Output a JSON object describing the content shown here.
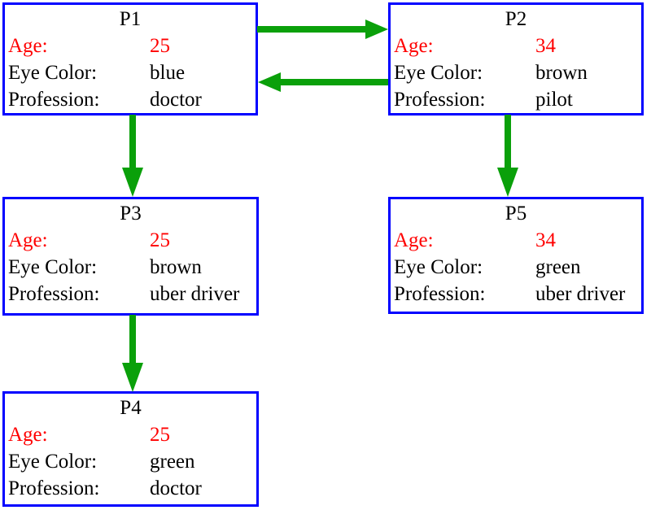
{
  "diagram": {
    "colors": {
      "node_border": "#0000ff",
      "accent_text": "#ff0000",
      "edge_arrow": "#0aa00a",
      "body_text": "#000000",
      "background": "#ffffff"
    },
    "nodes": [
      {
        "id": "P1",
        "title": "P1",
        "fields": [
          {
            "label": "Age:",
            "value": "25"
          },
          {
            "label": "Eye Color:",
            "value": "blue"
          },
          {
            "label": "Profession:",
            "value": "doctor"
          }
        ]
      },
      {
        "id": "P2",
        "title": "P2",
        "fields": [
          {
            "label": "Age:",
            "value": "34"
          },
          {
            "label": "Eye Color:",
            "value": "brown"
          },
          {
            "label": "Profession:",
            "value": "pilot"
          }
        ]
      },
      {
        "id": "P3",
        "title": "P3",
        "fields": [
          {
            "label": "Age:",
            "value": "25"
          },
          {
            "label": "Eye Color:",
            "value": "brown"
          },
          {
            "label": "Profession:",
            "value": "uber driver"
          }
        ]
      },
      {
        "id": "P4",
        "title": "P4",
        "fields": [
          {
            "label": "Age:",
            "value": "25"
          },
          {
            "label": "Eye Color:",
            "value": "green"
          },
          {
            "label": "Profession:",
            "value": "doctor"
          }
        ]
      },
      {
        "id": "P5",
        "title": "P5",
        "fields": [
          {
            "label": "Age:",
            "value": "34"
          },
          {
            "label": "Eye Color:",
            "value": "green"
          },
          {
            "label": "Profession:",
            "value": "uber driver"
          }
        ]
      }
    ],
    "edges": [
      {
        "from": "P1",
        "to": "P2",
        "direction": "right"
      },
      {
        "from": "P2",
        "to": "P1",
        "direction": "left"
      },
      {
        "from": "P1",
        "to": "P3",
        "direction": "down"
      },
      {
        "from": "P2",
        "to": "P5",
        "direction": "down"
      },
      {
        "from": "P3",
        "to": "P4",
        "direction": "down"
      }
    ]
  }
}
